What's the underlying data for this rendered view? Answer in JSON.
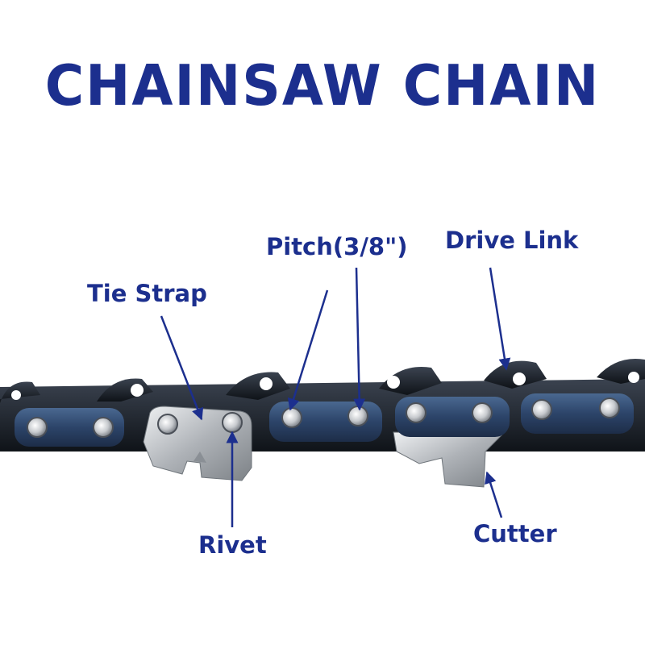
{
  "title": "CHAINSAW CHAIN",
  "labels": {
    "tie_strap": "Tie Strap",
    "pitch": "Pitch(3/8\")",
    "drive_link": "Drive Link",
    "rivet": "Rivet",
    "cutter": "Cutter"
  },
  "colors": {
    "text": "#1c2f8e",
    "chain_steel": "#2e3744",
    "chain_dark": "#161b22",
    "plate_blue": "#2d4870",
    "rivet_silver": "#d8dade",
    "cutter_silver": "#b9bcc0"
  }
}
